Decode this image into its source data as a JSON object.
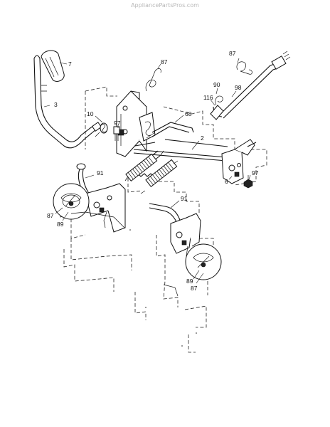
{
  "watermark": "AppliancePartsPros.com",
  "callouts": {
    "c7": "7",
    "c87_top": "87",
    "c87_right": "87",
    "c3": "3",
    "c90": "90",
    "c98": "98",
    "c116": "116",
    "c10": "10",
    "c68": "68",
    "c97_left": "97",
    "c2": "2",
    "c6": "6",
    "c97_right": "97",
    "c91_left": "91",
    "c87_left": "87",
    "c89_left": "89",
    "c91_right": "91",
    "c89_right": "89",
    "c87_bottom": "87"
  }
}
